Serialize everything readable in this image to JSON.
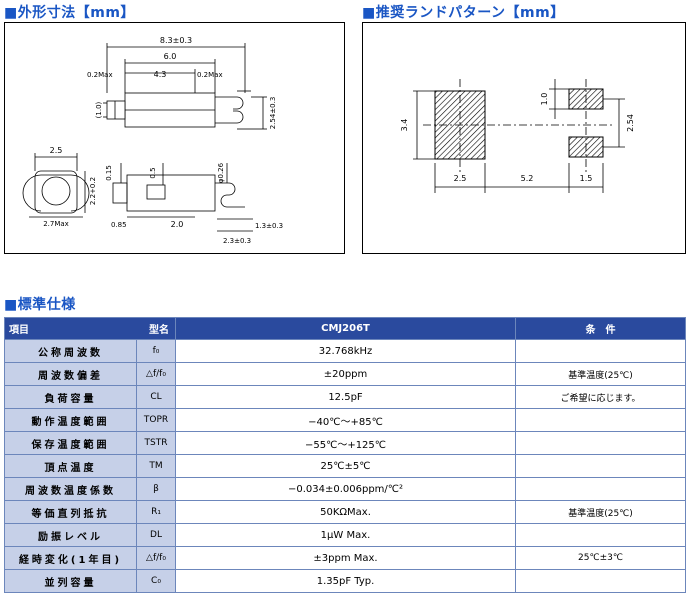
{
  "sections": {
    "dimensions_title": "■外形寸法【mm】",
    "land_pattern_title": "■推奨ランドパターン【mm】",
    "spec_title": "■標準仕様"
  },
  "dimensions": {
    "overall_length": "8.3±0.3",
    "body_length": "6.0",
    "lead_offset": "4.3",
    "left_gap": "0.2Max",
    "right_gap": "0.2Max",
    "height_ref": "(1.0)",
    "pitch": "2.54±0.3",
    "end_width": "2.5",
    "end_height": "2.2+0.2",
    "end_max_width": "2.7Max",
    "side_015": "0.15",
    "side_05": "0.5",
    "side_026": "φ0.26",
    "side_085": "0.85",
    "side_20": "2.0",
    "side_13": "1.3±0.3",
    "side_23": "2.3±0.3"
  },
  "land_pattern": {
    "pad_height": "3.4",
    "pad_width": "2.5",
    "spacing": "5.2",
    "small_pad_width": "1.5",
    "small_pad_height": "1.0",
    "small_pitch": "2.54"
  },
  "spec_table": {
    "header_item": "項目",
    "header_model": "型名",
    "header_value": "CMJ206T",
    "header_condition": "条　件",
    "rows": [
      {
        "item": "公称周波数",
        "symbol": "f₀",
        "value": "32.768kHz",
        "condition": ""
      },
      {
        "item": "周波数偏差",
        "symbol": "△f/f₀",
        "value": "±20ppm",
        "condition": "基準温度(25℃)"
      },
      {
        "item": "負荷容量",
        "symbol": "CL",
        "value": "12.5pF",
        "condition": "ご希望に応じます。"
      },
      {
        "item": "動作温度範囲",
        "symbol": "TOPR",
        "value": "−40℃～+85℃",
        "condition": ""
      },
      {
        "item": "保存温度範囲",
        "symbol": "TSTR",
        "value": "−55℃～+125℃",
        "condition": ""
      },
      {
        "item": "頂点温度",
        "symbol": "TM",
        "value": "25℃±5℃",
        "condition": ""
      },
      {
        "item": "周波数温度係数",
        "symbol": "β",
        "value": "−0.034±0.006ppm/℃²",
        "condition": ""
      },
      {
        "item": "等価直列抵抗",
        "symbol": "R₁",
        "value": "50KΩMax.",
        "condition": "基準温度(25℃)"
      },
      {
        "item": "励振レベル",
        "symbol": "DL",
        "value": "1μW Max.",
        "condition": ""
      },
      {
        "item": "経時変化(1年目)",
        "symbol": "△f/f₀",
        "value": "±3ppm Max.",
        "condition": "25℃±3℃"
      },
      {
        "item": "並列容量",
        "symbol": "C₀",
        "value": "1.35pF Typ.",
        "condition": ""
      }
    ]
  }
}
